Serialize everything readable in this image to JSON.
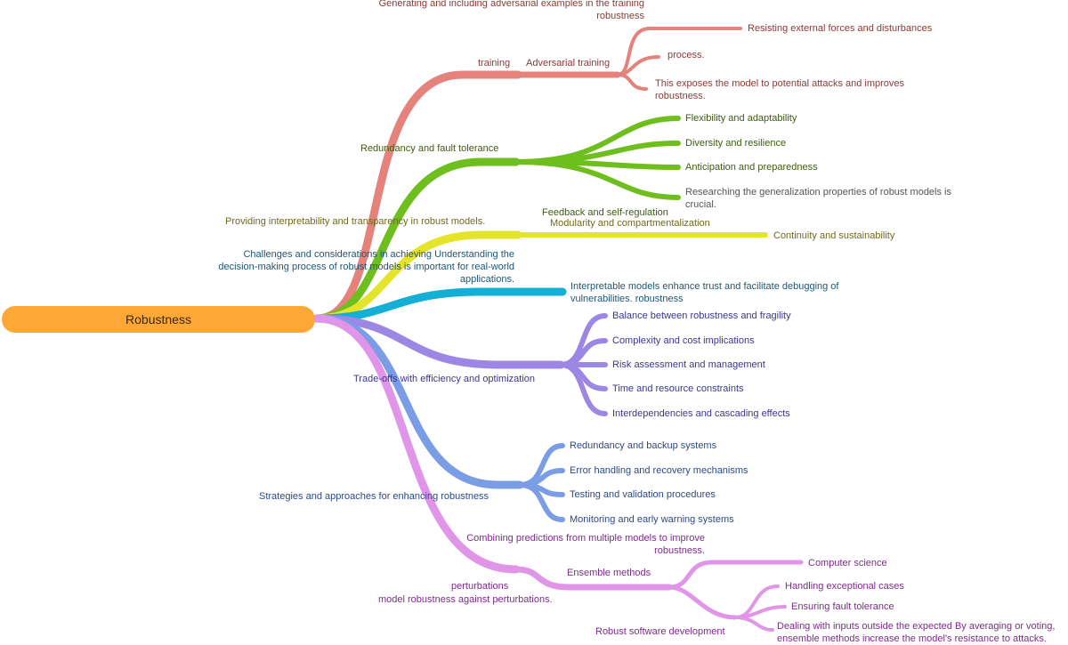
{
  "colors": {
    "root": "#FDA737",
    "red": "#E5827C",
    "green": "#6EBE1E",
    "yellow": "#E4E42A",
    "cyan": "#14AFD6",
    "purple": "#9C87E4",
    "blue": "#7B9DE6",
    "pink": "#E095E8"
  },
  "root": {
    "label": "Robustness"
  },
  "branches": {
    "adversarial": {
      "note": "Generating and including adversarial examples in the training robustness",
      "label1": "training",
      "label2": "Adversarial training",
      "children": [
        "Resisting external forces and disturbances",
        "process.",
        "This exposes the model to potential attacks and improves robustness."
      ]
    },
    "redundancy": {
      "label": "Redundancy and fault tolerance",
      "children": [
        "Flexibility and adaptability",
        "Diversity and resilience",
        "Anticipation and preparedness",
        "Researching the generalization properties of robust models is crucial."
      ]
    },
    "interpretability": {
      "label": "Providing interpretability and transparency in robust models.",
      "mid1": "Feedback and self-regulation",
      "mid2": "Modularity and compartmentalization",
      "child": "Continuity and sustainability"
    },
    "challenges": {
      "label": "Challenges and considerations in achieving Understanding the decision-making process of robust models is important for real-world applications.",
      "child": "Interpretable models enhance trust and facilitate debugging of vulnerabilities. robustness"
    },
    "tradeoffs": {
      "label": "Trade-offs with efficiency and optimization",
      "children": [
        "Balance between robustness and fragility",
        "Complexity and cost implications",
        "Risk assessment and management",
        "Time and resource constraints",
        "Interdependencies and cascading effects"
      ]
    },
    "strategies": {
      "label": "Strategies and approaches for enhancing robustness",
      "children": [
        "Redundancy and backup systems",
        "Error handling and recovery mechanisms",
        "Testing and validation procedures",
        "Monitoring and early warning systems"
      ]
    },
    "perturbations": {
      "label1": "perturbations",
      "label2": "model robustness against perturbations.",
      "note": "Combining predictions from multiple models to improve robustness.",
      "ensemble": "Ensemble methods",
      "computer_science": "Computer science",
      "software": "Robust software development",
      "software_children": [
        "Handling exceptional cases",
        "Ensuring fault tolerance",
        "Dealing with inputs outside the expected By averaging or voting, ensemble methods increase the model's resistance to attacks."
      ]
    }
  }
}
